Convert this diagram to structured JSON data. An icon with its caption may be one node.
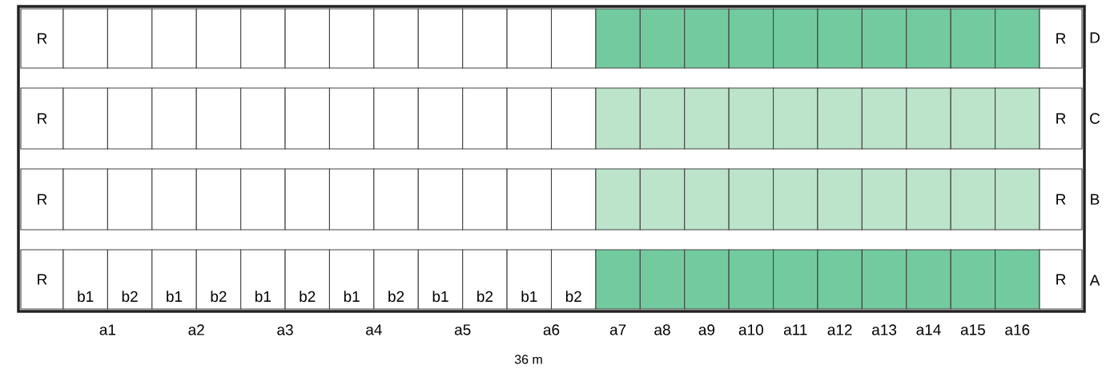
{
  "diagram": {
    "nodes": [
      {
        "text": [
          "R"
        ]
      },
      {
        "text": [],
        "shape": "box"
      },
      {
        "text": [],
        "shape": "box"
      },
      {
        "text": [],
        "shape": "box"
      },
      {
        "text": [],
        "shape": "box"
      },
      {
        "text": [],
        "shape": "box"
      },
      {
        "text": [],
        "shape": "box"
      },
      {
        "text": [],
        "shape": "box"
      },
      {
        "text": [],
        "shape": "box"
      },
      {
        "text": [],
        "shape": "box"
      },
      {
        "text": [],
        "shape": "box"
      },
      {
        "text": [],
        "shape": "box"
      },
      {
        "text": [],
        "shape": "box"
      },
      {
        "text": [],
        "shape": "box"
      },
      {
        "text": [],
        "shape": "box"
      },
      {
        "text": [],
        "shape": "box"
      },
      {
        "text": [],
        "shape": "box"
      },
      {
        "text": [],
        "shape": "box"
      },
      {
        "text": [],
        "shape": "box"
      },
      {
        "text": [],
        "shape": "box"
      },
      {
        "text": [],
        "shape": "box"
      },
      {
        "text": [],
        "shape": "box"
      },
      {
        "text": [],
        "shape": "box"
      },
      {
        "text": [
          "R"
        ]
      },
      {
        "text": [
          "R"
        ]
      },
      {
        "text": [],
        "shape": "box"
      },
      {
        "text": [],
        "shape": "box"
      },
      {
        "text": [],
        "shape": "box"
      },
      {
        "text": [],
        "shape": "box"
      },
      {
        "text": [],
        "shape": "box"
      },
      {
        "text": [],
        "shape": "box"
      },
      {
        "text": [],
        "shape": "box"
      },
      {
        "text": [],
        "shape": "box"
      },
      {
        "text": [],
        "shape": "box"
      },
      {
        "text": [],
        "shape": "box"
      },
      {
        "text": [],
        "shape": "box"
      },
      {
        "text": [],
        "shape": "box"
      },
      {
        "text": [],
        "shape": "box"
      },
      {
        "text": [],
        "shape": "box"
      },
      {
        "text": [],
        "shape": "box"
      },
      {
        "text": [],
        "shape": "box"
      },
      {
        "text": [],
        "shape": "box"
      },
      {
        "text": [],
        "shape": "box"
      },
      {
        "text": [],
        "shape": "box"
      },
      {
        "text": [],
        "shape": "box"
      },
      {
        "text": [],
        "shape": "box"
      },
      {
        "text": [],
        "shape": "box"
      },
      {
        "text": [
          "R"
        ]
      },
      {
        "text": [
          "R"
        ]
      },
      {
        "text": [],
        "shape": "box"
      },
      {
        "text": [],
        "shape": "box"
      },
      {
        "text": [],
        "shape": "box"
      },
      {
        "text": [],
        "shape": "box"
      },
      {
        "text": [],
        "shape": "box"
      },
      {
        "text": [],
        "shape": "box"
      },
      {
        "text": [],
        "shape": "box"
      },
      {
        "text": [],
        "shape": "box"
      },
      {
        "text": [],
        "shape": "box"
      },
      {
        "text": [],
        "shape": "box"
      },
      {
        "text": [],
        "shape": "box"
      },
      {
        "text": [],
        "shape": "box"
      },
      {
        "text": [],
        "shape": "box"
      },
      {
        "text": [],
        "shape": "box"
      },
      {
        "text": [],
        "shape": "box"
      },
      {
        "text": [],
        "shape": "box"
      },
      {
        "text": [],
        "shape": "box"
      },
      {
        "text": [],
        "shape": "box"
      },
      {
        "text": [],
        "shape": "box"
      },
      {
        "text": [],
        "shape": "box"
      },
      {
        "text": [],
        "shape": "box"
      },
      {
        "text": [],
        "shape": "box"
      },
      {
        "text": [
          "R"
        ]
      },
      {
        "text": [
          "R"
        ]
      },
      {
        "text": [
          "b1"
        ]
      },
      {
        "text": [
          "b2"
        ]
      },
      {
        "text": [
          "b1"
        ]
      },
      {
        "text": [
          "b2"
        ]
      },
      {
        "text": [
          "b1"
        ]
      },
      {
        "text": [
          "b2"
        ]
      },
      {
        "text": [
          "b1"
        ]
      },
      {
        "text": [
          "b2"
        ]
      },
      {
        "text": [
          "b1"
        ]
      },
      {
        "text": [
          "b2"
        ]
      },
      {
        "text": [
          "b1"
        ]
      },
      {
        "text": [
          "b2"
        ]
      },
      {
        "text": [],
        "shape": "box"
      },
      {
        "text": [],
        "shape": "box"
      },
      {
        "text": [],
        "shape": "box"
      },
      {
        "text": [],
        "shape": "box"
      },
      {
        "text": [],
        "shape": "box"
      },
      {
        "text": [],
        "shape": "box"
      },
      {
        "text": [],
        "shape": "box"
      },
      {
        "text": [],
        "shape": "box"
      },
      {
        "text": [],
        "shape": "box"
      },
      {
        "text": [],
        "shape": "box"
      },
      {
        "text": [
          "R"
        ]
      }
    ],
    "labels": [
      "D",
      "C",
      "B",
      "A",
      "a1",
      "a2",
      "a3",
      "a4",
      "a5",
      "a6",
      "a7",
      "a8",
      "a9",
      "a10",
      "a11",
      "a12",
      "a13",
      "a14",
      "a15",
      "a16",
      "36 m"
    ]
  }
}
